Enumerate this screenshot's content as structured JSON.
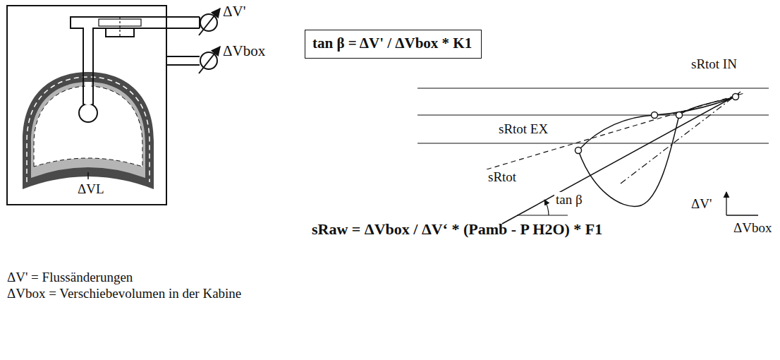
{
  "diagram": {
    "nodes": [
      {
        "text": [
          "tan β = ΔV' / ΔVbox * K1"
        ]
      }
    ],
    "labels": [
      "ΔV'",
      "ΔVbox",
      "ΔVL",
      "sRtot IN",
      "sRtot EX",
      "sRtot",
      "tan β",
      "ΔV'",
      "ΔVbox",
      "sRaw = ΔVbox / ΔV‘ * (Pamb - P H2O) * F1",
      "ΔV' = Flussänderungen",
      "ΔVbox = Verschiebevolumen in der Kabine"
    ]
  }
}
